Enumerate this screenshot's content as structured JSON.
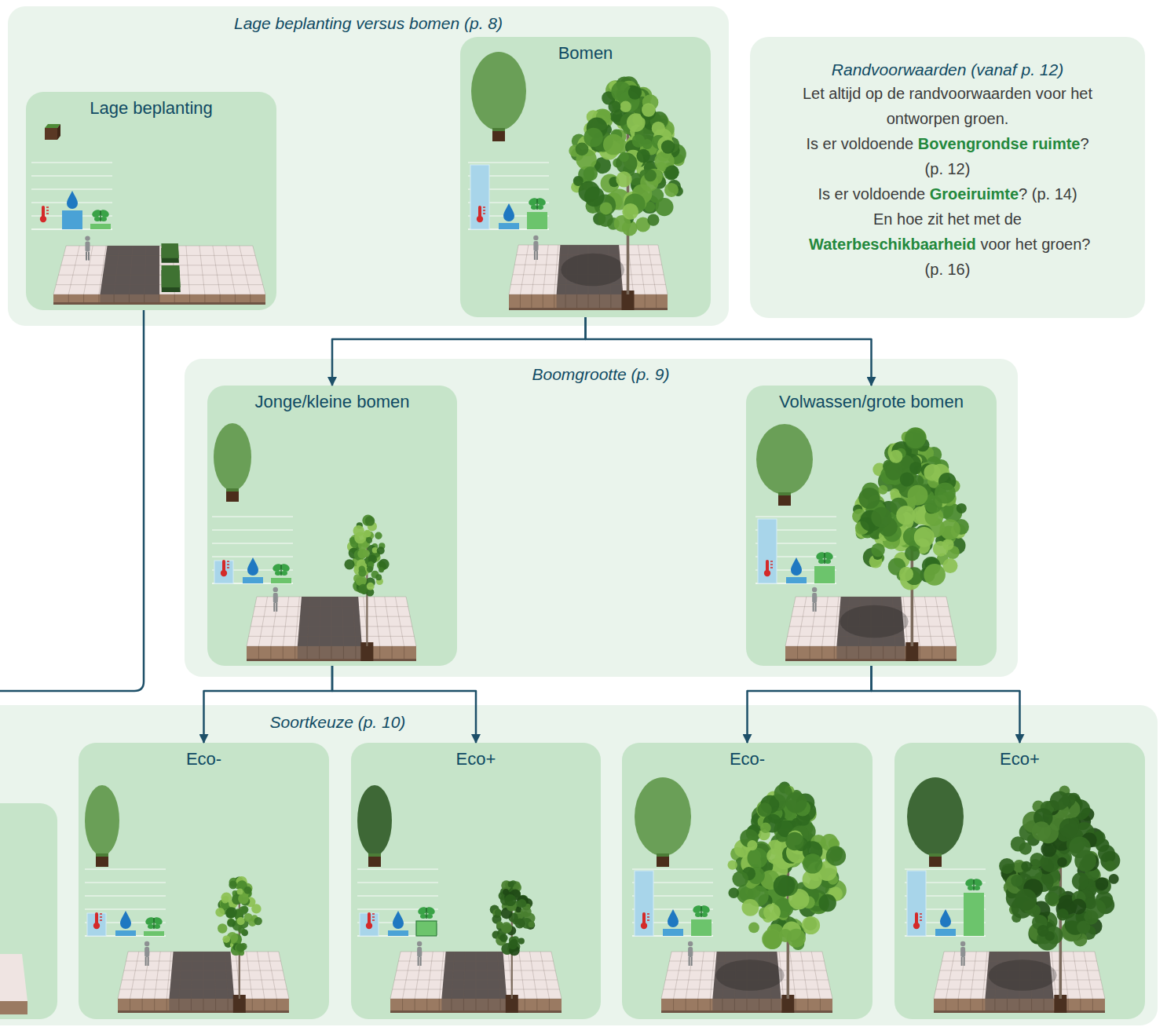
{
  "diagram": {
    "nodes": [
      {
        "text": [
          "Lage beplanting versus bomen (p. 8)"
        ]
      },
      {
        "text": [
          "Lage beplanting"
        ],
        "in": 0
      },
      {
        "text": [
          "Bomen"
        ],
        "in": 0
      },
      {
        "text": [
          "Randvoorwaarden (vanaf p. 12)",
          "Let altijd op de randvoorwaarden voor het ontworpen groen.",
          "Is er voldoende",
          "Bovengrondse ruimte",
          "? (p. 12)",
          "Is er voldoende",
          "Groeiruimte",
          "? (p. 14)",
          "En hoe zit het met de",
          "Waterbeschikbaarheid",
          "voor het groen? (p. 16)"
        ]
      },
      {
        "text": [
          "Boomgrootte (p. 9)"
        ]
      },
      {
        "text": [
          "Jonge/kleine bomen"
        ],
        "in": 4
      },
      {
        "text": [
          "Volwassen/grote bomen"
        ],
        "in": 4
      },
      {
        "text": [
          "Soortkeuze (p. 10)"
        ]
      },
      {
        "text": [
          "Eco-"
        ],
        "in": 7
      },
      {
        "text": [
          "Eco+"
        ],
        "in": 7
      },
      {
        "text": [
          "Eco-"
        ],
        "in": 7
      },
      {
        "text": [
          "Eco+"
        ],
        "in": 7
      }
    ],
    "edges": [
      {
        "from": 2,
        "to": 5,
        "arrow": "to"
      },
      {
        "from": 2,
        "to": 6,
        "arrow": "to"
      },
      {
        "from": 5,
        "to": 8,
        "arrow": "to"
      },
      {
        "from": 5,
        "to": 9,
        "arrow": "to"
      },
      {
        "from": 6,
        "to": 10,
        "arrow": "to"
      },
      {
        "from": 6,
        "to": 11,
        "arrow": "to"
      }
    ]
  }
}
